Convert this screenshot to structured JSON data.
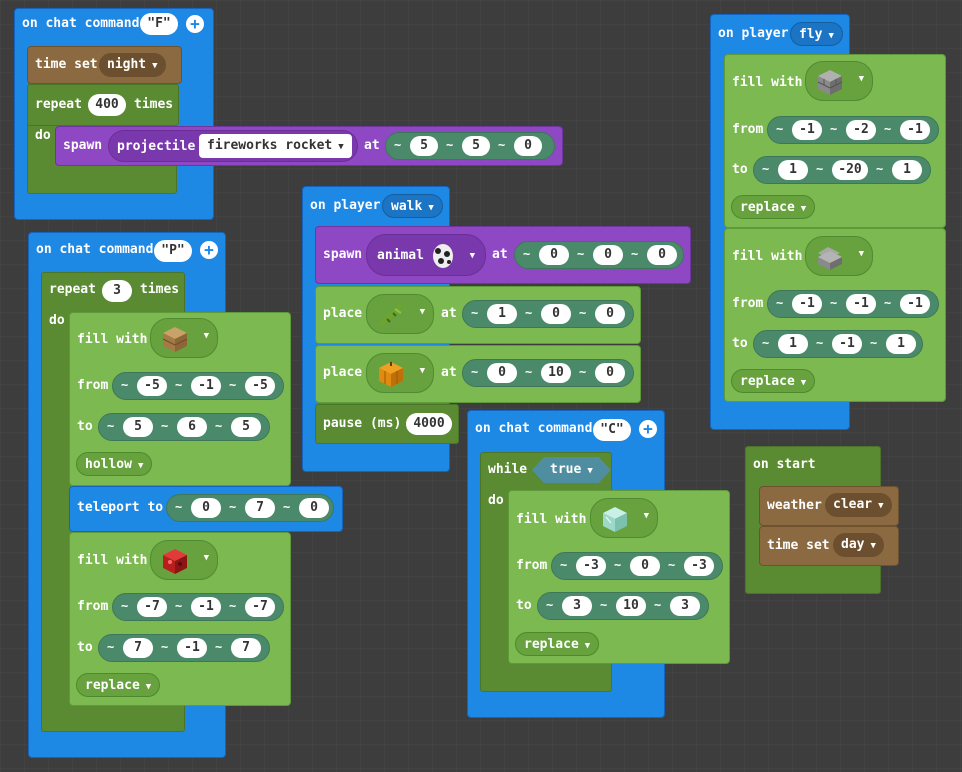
{
  "blocks": {
    "chat_f": {
      "header": "on chat command",
      "arg": "\"F\"",
      "time_set": "time set",
      "time_value": "night",
      "repeat": "repeat",
      "repeat_count": "400",
      "times": "times",
      "do": "do",
      "spawn": "spawn",
      "projectile": "projectile",
      "projectile_value": "fireworks rocket",
      "at": "at",
      "pos": [
        "5",
        "5",
        "0"
      ]
    },
    "chat_p": {
      "header": "on chat command",
      "arg": "\"P\"",
      "repeat": "repeat",
      "repeat_count": "3",
      "times": "times",
      "do": "do",
      "fill1": {
        "label": "fill with",
        "from": "from",
        "from_pos": [
          "-5",
          "-1",
          "-5"
        ],
        "to": "to",
        "to_pos": [
          "5",
          "6",
          "5"
        ],
        "mode": "hollow"
      },
      "teleport": "teleport to",
      "teleport_pos": [
        "0",
        "7",
        "0"
      ],
      "fill2": {
        "label": "fill with",
        "from": "from",
        "from_pos": [
          "-7",
          "-1",
          "-7"
        ],
        "to": "to",
        "to_pos": [
          "7",
          "-1",
          "7"
        ],
        "mode": "replace"
      }
    },
    "walk": {
      "header": "on player",
      "event": "walk",
      "spawn": "spawn",
      "animal": "animal",
      "at": "at",
      "spawn_pos": [
        "0",
        "0",
        "0"
      ],
      "place": "place",
      "place1_pos": [
        "1",
        "0",
        "0"
      ],
      "place2_pos": [
        "0",
        "10",
        "0"
      ],
      "pause": "pause (ms)",
      "pause_value": "4000"
    },
    "chat_c": {
      "header": "on chat command",
      "arg": "\"C\"",
      "while": "while",
      "cond": "true",
      "do": "do",
      "fill": {
        "label": "fill with",
        "from": "from",
        "from_pos": [
          "-3",
          "0",
          "-3"
        ],
        "to": "to",
        "to_pos": [
          "3",
          "10",
          "3"
        ],
        "mode": "replace"
      }
    },
    "fly": {
      "header": "on player",
      "event": "fly",
      "fill1": {
        "label": "fill with",
        "from": "from",
        "from_pos": [
          "-1",
          "-2",
          "-1"
        ],
        "to": "to",
        "to_pos": [
          "1",
          "-20",
          "1"
        ],
        "mode": "replace"
      },
      "fill2": {
        "label": "fill with",
        "from": "from",
        "from_pos": [
          "-1",
          "-1",
          "-1"
        ],
        "to": "to",
        "to_pos": [
          "1",
          "-1",
          "1"
        ],
        "mode": "replace"
      }
    },
    "start": {
      "header": "on start",
      "weather": "weather",
      "weather_value": "clear",
      "time_set": "time set",
      "time_value": "day"
    }
  },
  "tilde": "~",
  "colors": {
    "event": "#1e88e5",
    "blocks": "#7cb950",
    "mobs": "#8e48c4",
    "gameplay": "#8b6a42",
    "background": "#3d3d3d"
  },
  "icons": [
    "add-parameter-icon",
    "stone-block-icon",
    "planks-block-icon",
    "redstone-block-icon",
    "bamboo-icon",
    "pumpkin-icon",
    "panda-egg-icon",
    "ice-block-icon",
    "stone-slab-icon"
  ]
}
